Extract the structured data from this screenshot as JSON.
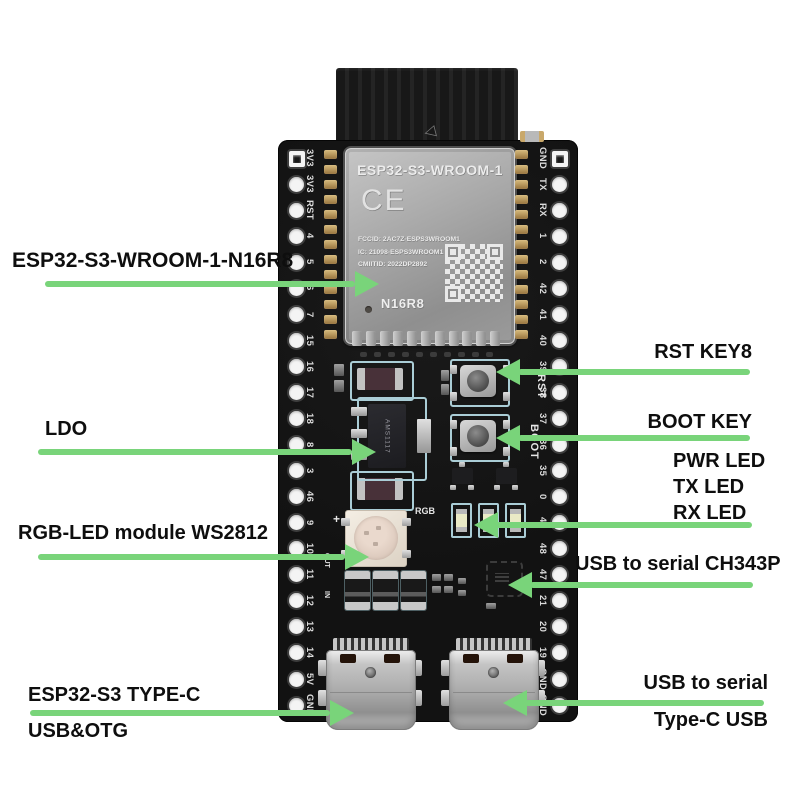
{
  "module": {
    "title": "ESP32-S3-WROOM-1",
    "ce_mark": "CE",
    "fccid": "FCCID: 2AC7Z-ESPS3WROOM1",
    "ic": "IC: 21098-ESPS3WROOM1",
    "cmiit": "CMIITID: 2022DP2892",
    "variant": "N16R8"
  },
  "silkscreen": {
    "rst": "RST",
    "boot": "BOOT",
    "rgb": "RGB",
    "out": "OUT",
    "in": "IN",
    "plus": "+",
    "regulator": "AMS1117"
  },
  "pins": {
    "left": [
      "3V3",
      "3V3",
      "RST",
      "4",
      "5",
      "6",
      "7",
      "15",
      "16",
      "17",
      "18",
      "8",
      "3",
      "46",
      "9",
      "10",
      "11",
      "12",
      "13",
      "14",
      "5V",
      "GND"
    ],
    "right": [
      "GND",
      "TX",
      "RX",
      "1",
      "2",
      "42",
      "41",
      "40",
      "39",
      "38",
      "37",
      "36",
      "35",
      "0",
      "45",
      "48",
      "47",
      "21",
      "20",
      "19",
      "GND",
      "GND"
    ]
  },
  "annotations": {
    "accent_color": "#79d47a",
    "wroom_label": "ESP32-S3-WROOM-1-N16R8",
    "ldo_label": "LDO",
    "rgb_label": "RGB-LED module WS2812",
    "typec_label_line1": "ESP32-S3 TYPE-C",
    "typec_label_line2": "USB&OTG",
    "rst_label": "RST KEY8",
    "boot_label": "BOOT KEY",
    "led_labels": [
      "PWR LED",
      "TX LED",
      "RX LED"
    ],
    "ch343_label": "USB to serial CH343P",
    "usb_serial_label_line1": "USB to serial",
    "usb_serial_label_line2": "Type-C USB"
  },
  "colors": {
    "board": "#131313",
    "shield": "#a9a9a9",
    "silkscreen_outline": "#aacdd6"
  }
}
